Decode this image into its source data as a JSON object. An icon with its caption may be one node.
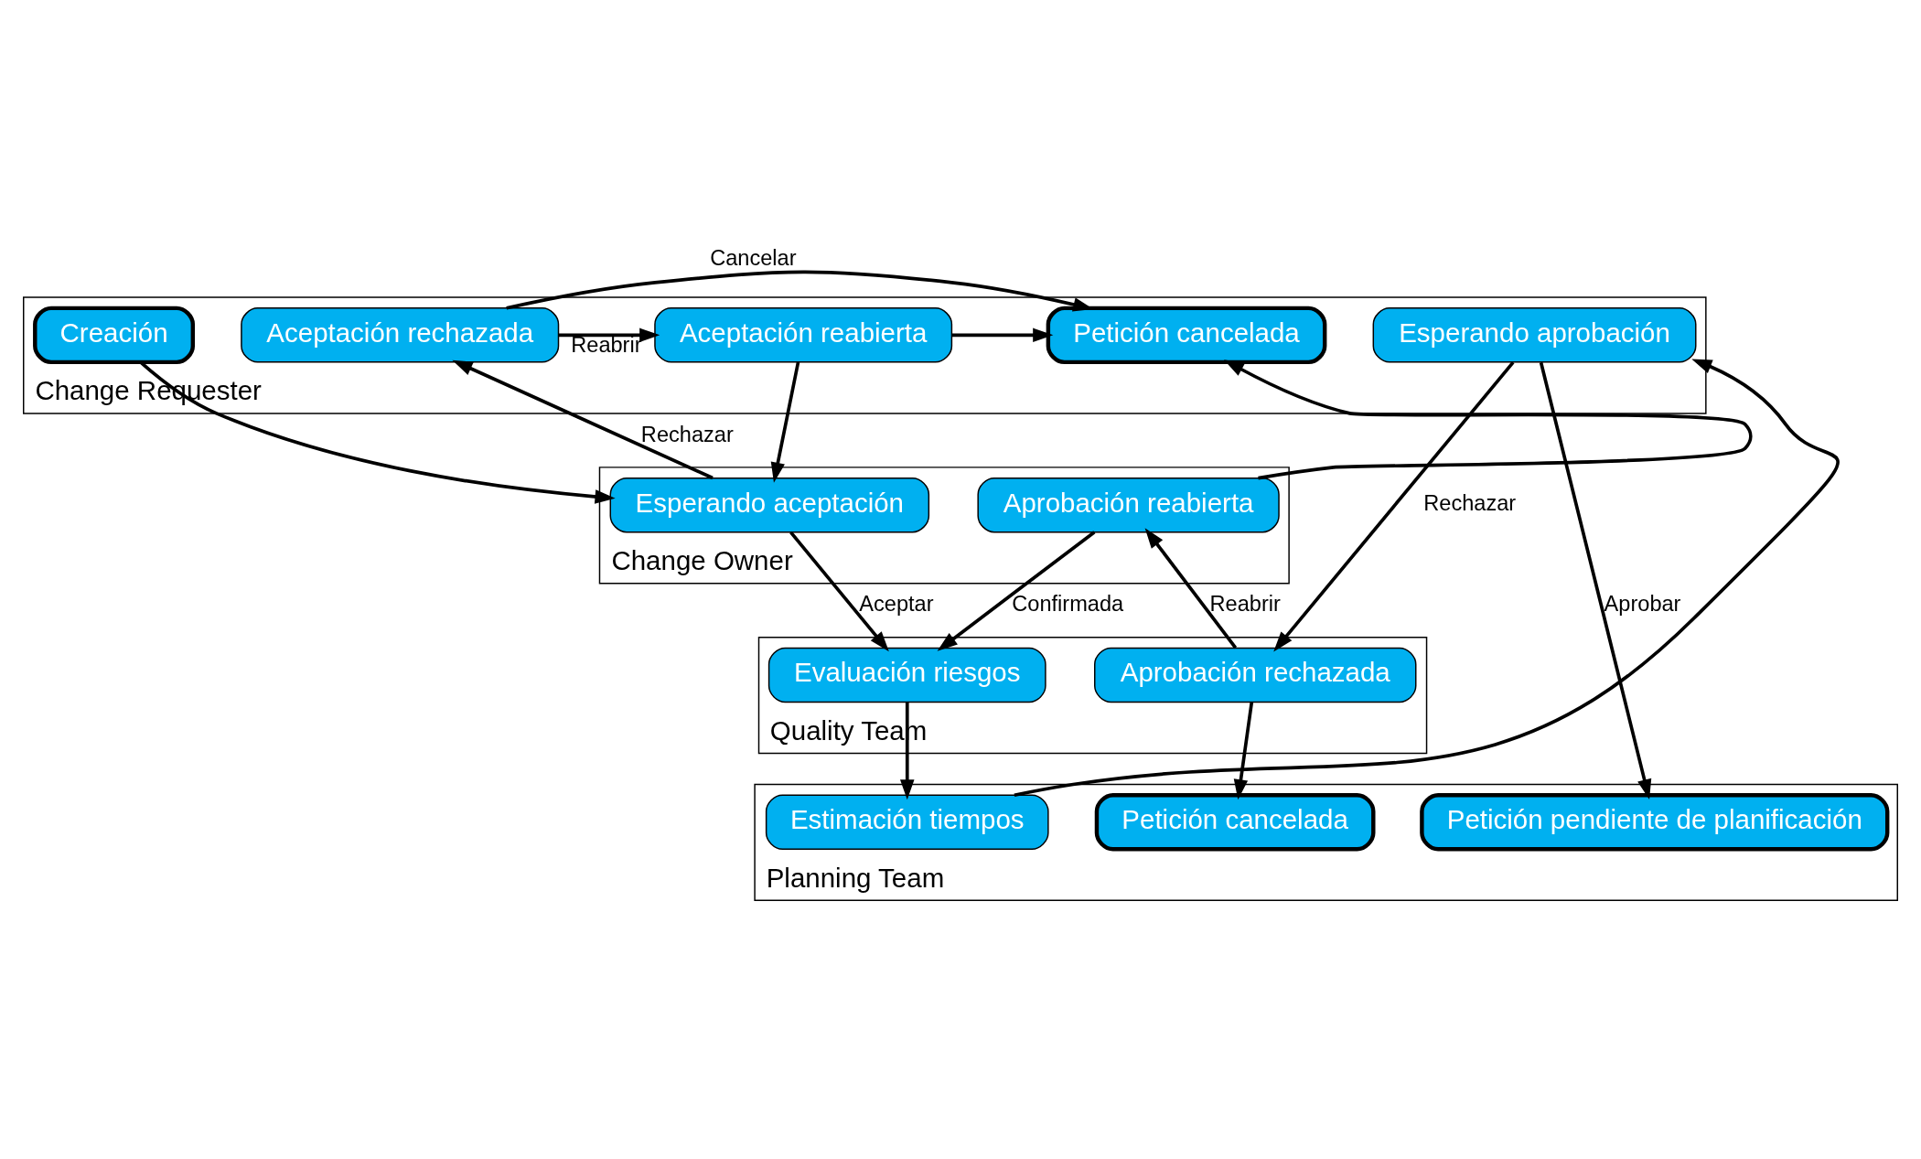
{
  "diagram": {
    "nodes": [
      {
        "text": [
          "Change Requester"
        ]
      },
      {
        "text": [
          "Creación"
        ],
        "in": 0
      },
      {
        "text": [
          "Aceptación rechazada"
        ],
        "in": 0
      },
      {
        "text": [
          "Petición cancelada"
        ],
        "in": 0
      },
      {
        "text": [
          "Aceptación reabierta"
        ],
        "in": 0
      },
      {
        "text": [
          "Esperando aprobación"
        ],
        "in": 0
      },
      {
        "text": [
          "Change Owner"
        ]
      },
      {
        "text": [
          "Esperando aceptación"
        ],
        "in": 6
      },
      {
        "text": [
          "Aprobación reabierta"
        ],
        "in": 6
      },
      {
        "text": [
          "Quality Team"
        ]
      },
      {
        "text": [
          "Evaluación riesgos"
        ],
        "in": 9
      },
      {
        "text": [
          "Aprobación rechazada"
        ],
        "in": 9
      },
      {
        "text": [
          "Planning Team"
        ]
      },
      {
        "text": [
          "Estimación tiempos"
        ],
        "in": 12
      },
      {
        "text": [
          "Petición cancelada"
        ],
        "in": 12
      },
      {
        "text": [
          "Petición pendiente de planificación"
        ],
        "in": 12
      }
    ],
    "edges": [
      {
        "from": 1,
        "to": 7,
        "arrow": "to"
      },
      {
        "from": 2,
        "to": 3,
        "arrow": "to",
        "label": "Cancelar"
      },
      {
        "from": 2,
        "to": 4,
        "arrow": "to",
        "label": "Reabrir"
      },
      {
        "from": 4,
        "to": 3,
        "arrow": "to"
      },
      {
        "from": 4,
        "to": 7,
        "arrow": "to"
      },
      {
        "from": 7,
        "to": 2,
        "arrow": "to",
        "label": "Rechazar"
      },
      {
        "from": 8,
        "to": 3,
        "arrow": "to"
      },
      {
        "from": 7,
        "to": 10,
        "arrow": "to",
        "label": "Aceptar"
      },
      {
        "from": 8,
        "to": 10,
        "arrow": "to",
        "label": "Confirmada"
      },
      {
        "from": 10,
        "to": 13,
        "arrow": "to"
      },
      {
        "from": 13,
        "to": 5,
        "arrow": "to"
      },
      {
        "from": 5,
        "to": 11,
        "arrow": "to",
        "label": "Rechazar"
      },
      {
        "from": 11,
        "to": 8,
        "arrow": "to",
        "label": "Reabrir"
      },
      {
        "from": 11,
        "to": 14,
        "arrow": "to"
      },
      {
        "from": 5,
        "to": 15,
        "arrow": "to",
        "label": "Aprobar"
      }
    ]
  }
}
